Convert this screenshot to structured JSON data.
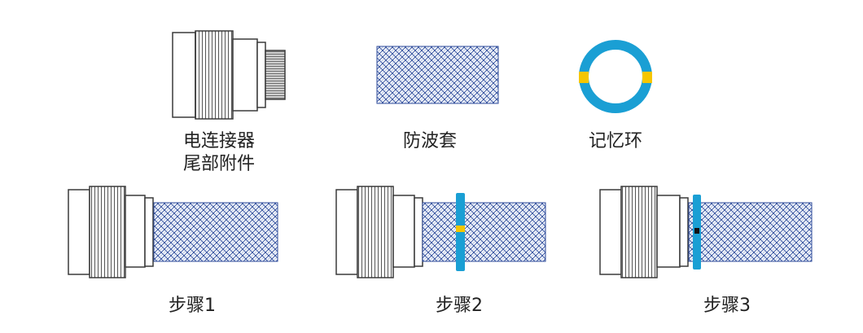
{
  "items": {
    "connector_label_line1": "电连接器",
    "connector_label_line2": "尾部附件",
    "sleeve_label": "防波套",
    "ring_label": "记忆环"
  },
  "steps": [
    {
      "label": "步骤1"
    },
    {
      "label": "步骤2"
    },
    {
      "label": "步骤3"
    }
  ],
  "colors": {
    "ring_blue": "#1a9fd4",
    "ring_yellow": "#f5c600",
    "mesh_blue": "#2c4a9a",
    "outline": "#3a3a3a",
    "marker_black": "#111111"
  }
}
